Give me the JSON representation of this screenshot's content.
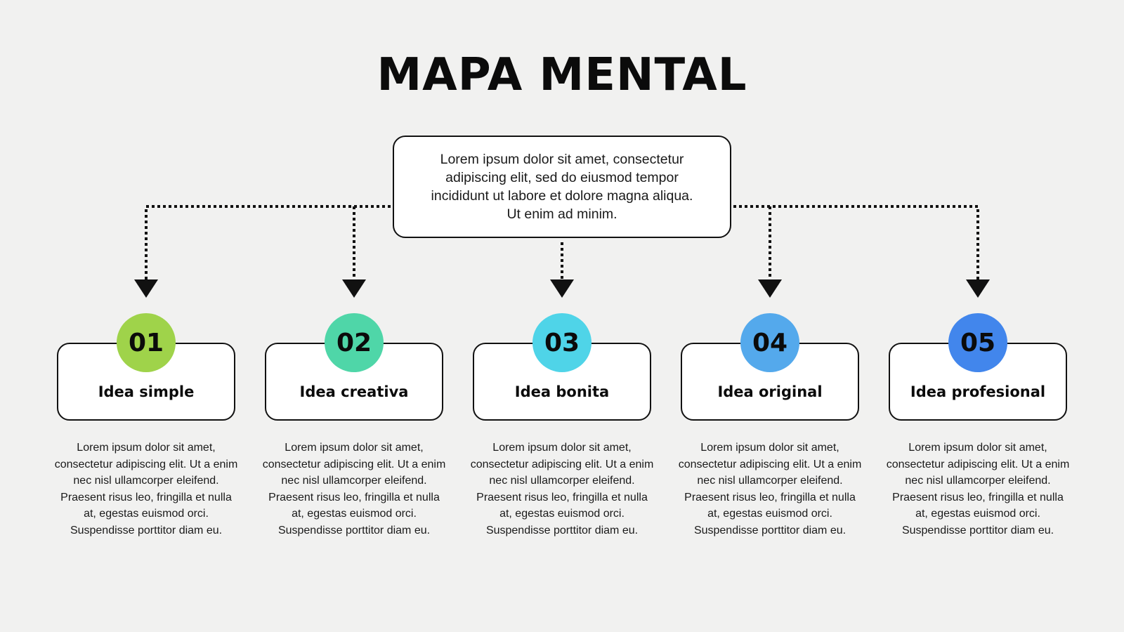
{
  "title": "MAPA MENTAL",
  "central": {
    "text": "Lorem ipsum dolor sit amet, consectetur adipiscing elit, sed do eiusmod tempor incididunt ut labore et dolore magna aliqua. Ut enim ad minim."
  },
  "ideas": [
    {
      "number": "01",
      "label": "Idea simple",
      "description": "Lorem ipsum dolor sit amet, consectetur adipiscing elit. Ut a enim nec nisl ullamcorper eleifend. Praesent risus leo, fringilla et nulla at, egestas euismod orci. Suspendisse porttitor diam eu.",
      "color": "#9fd34a"
    },
    {
      "number": "02",
      "label": "Idea creativa",
      "description": "Lorem ipsum dolor sit amet, consectetur adipiscing elit. Ut a enim nec nisl ullamcorper eleifend. Praesent risus leo, fringilla et nulla at, egestas euismod orci. Suspendisse porttitor diam eu.",
      "color": "#4fd6a8"
    },
    {
      "number": "03",
      "label": "Idea bonita",
      "description": "Lorem ipsum dolor sit amet, consectetur adipiscing elit. Ut a enim nec nisl ullamcorper eleifend. Praesent risus leo, fringilla et nulla at, egestas euismod orci. Suspendisse porttitor diam eu.",
      "color": "#4fd4e8"
    },
    {
      "number": "04",
      "label": "Idea original",
      "description": "Lorem ipsum dolor sit amet, consectetur adipiscing elit. Ut a enim nec nisl ullamcorper eleifend. Praesent risus leo, fringilla et nulla at, egestas euismod orci. Suspendisse porttitor diam eu.",
      "color": "#54a9ec"
    },
    {
      "number": "05",
      "label": "Idea profesional",
      "description": "Lorem ipsum dolor sit amet, consectetur adipiscing elit. Ut a enim nec nisl ullamcorper eleifend. Praesent risus leo, fringilla et nulla at, egestas euismod orci. Suspendisse porttitor diam eu.",
      "color": "#4286ec"
    }
  ]
}
